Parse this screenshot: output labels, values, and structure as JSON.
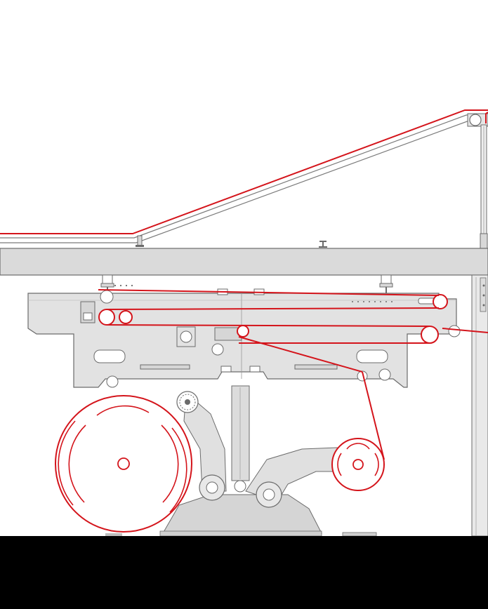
{
  "colors": {
    "web": "#d4141b",
    "machine_fill": "#e2e2e2",
    "machine_dark": "#cfcfcf",
    "outline": "#6b6b6b",
    "footer": "#000000",
    "background": "#ffffff"
  },
  "components": [
    "overhead-web-conveyor",
    "ceiling-beam",
    "splicer-carriage",
    "unwind-reel-large",
    "unwind-reel-small",
    "unwind-stand",
    "support-column",
    "footer-bar"
  ]
}
